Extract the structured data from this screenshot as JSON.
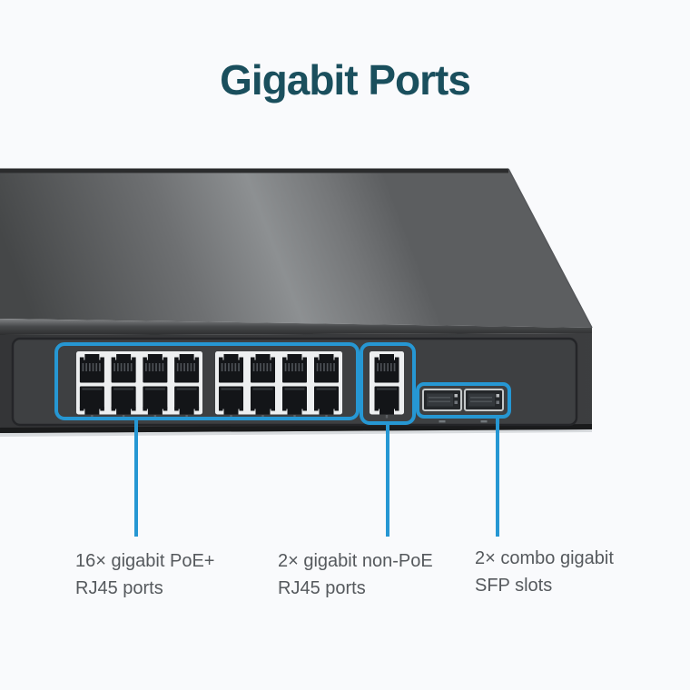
{
  "title": "Gigabit Ports",
  "colors": {
    "accent_blue": "#2697d3",
    "title_teal": "#1a4f5d",
    "label_gray": "#55595d",
    "chassis_dark": "#3a3b3d"
  },
  "callouts": [
    {
      "id": "poe",
      "line1": "16× gigabit PoE+",
      "line2": "RJ45 ports"
    },
    {
      "id": "uplink",
      "line1": "2× gigabit non-PoE",
      "line2": "RJ45 ports"
    },
    {
      "id": "sfp",
      "line1": "2× combo gigabit",
      "line2": "SFP slots"
    }
  ],
  "device": {
    "port_groups": [
      {
        "id": "poe",
        "type": "rj45",
        "count": 16,
        "rows": 2,
        "blocks": 2
      },
      {
        "id": "uplink",
        "type": "rj45",
        "count": 2,
        "rows": 2,
        "blocks": 1
      },
      {
        "id": "sfp",
        "type": "sfp",
        "count": 2
      }
    ]
  }
}
